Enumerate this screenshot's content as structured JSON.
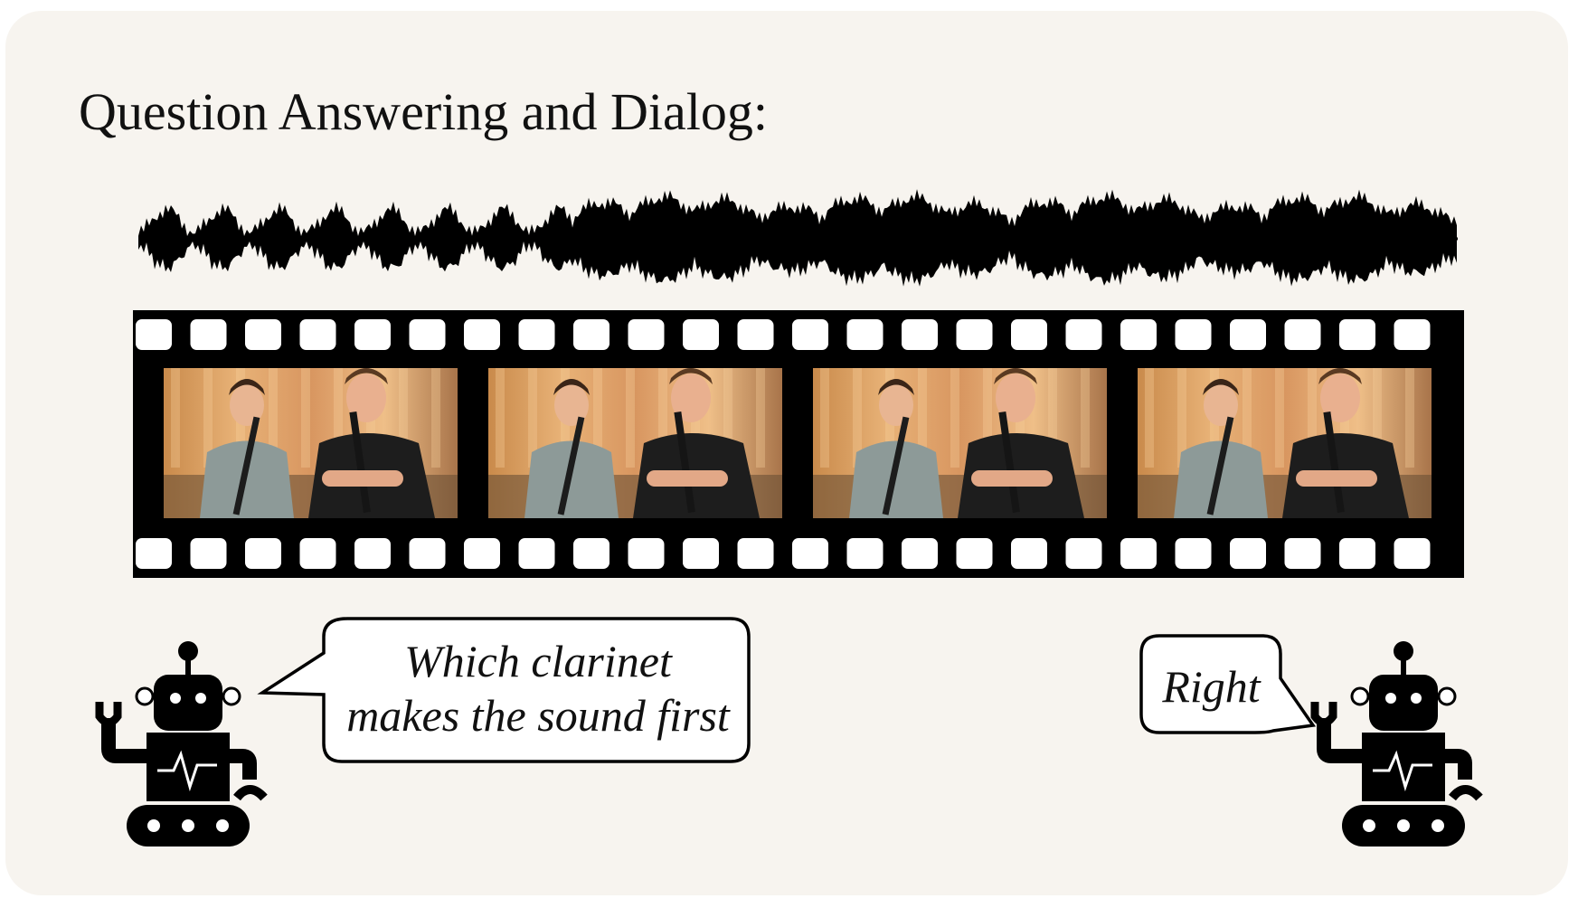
{
  "title": "Question Answering and Dialog:",
  "question": {
    "line1": "Which clarinet",
    "line2": "makes the sound first"
  },
  "answer": "Right",
  "colors": {
    "panel": "#f7f4ef",
    "ink": "#000000",
    "frame_warm": "#d99a5c"
  },
  "icons": [
    "audio-waveform",
    "film-strip",
    "robot-icon"
  ]
}
